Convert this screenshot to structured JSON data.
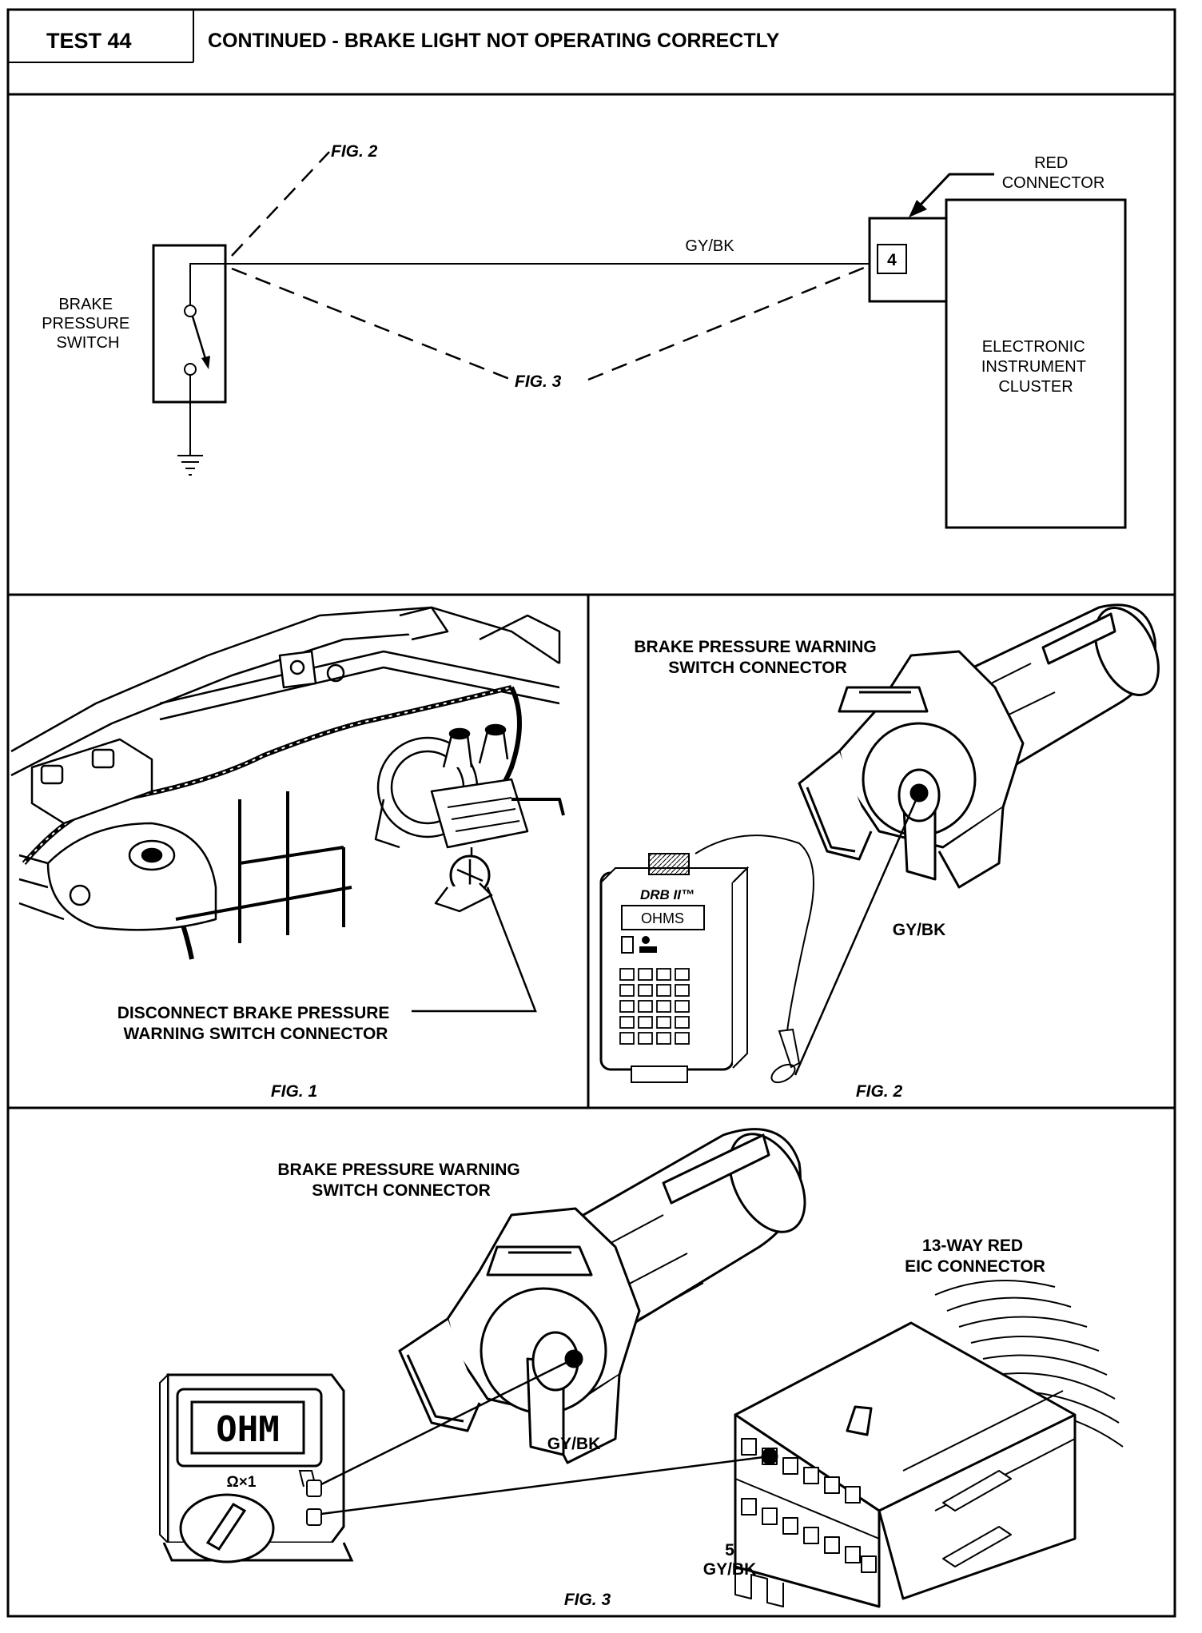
{
  "header": {
    "test_label": "TEST 44",
    "title": "CONTINUED - BRAKE LIGHT NOT OPERATING CORRECTLY"
  },
  "schematic": {
    "fig2_callout": "FIG. 2",
    "fig3_callout": "FIG. 3",
    "switch_label": [
      "BRAKE",
      "PRESSURE",
      "SWITCH"
    ],
    "wire_label": "GY/BK",
    "connector_label": [
      "RED",
      "CONNECTOR"
    ],
    "pin_number": "4",
    "cluster_label": [
      "ELECTRONIC",
      "INSTRUMENT",
      "CLUSTER"
    ]
  },
  "fig1": {
    "callout": [
      "DISCONNECT BRAKE PRESSURE",
      "WARNING SWITCH CONNECTOR"
    ],
    "caption": "FIG. 1"
  },
  "fig2": {
    "title": [
      "BRAKE PRESSURE WARNING",
      "SWITCH CONNECTOR"
    ],
    "tester_brand": "DRB II™",
    "tester_display": "OHMS",
    "wire_label": "GY/BK",
    "caption": "FIG. 2"
  },
  "fig3": {
    "title": [
      "BRAKE PRESSURE WARNING",
      "SWITCH CONNECTOR"
    ],
    "eic_label": [
      "13-WAY RED",
      "EIC CONNECTOR"
    ],
    "meter_display": "OHM",
    "meter_range": "Ω×1",
    "wire_label_switch": "GY/BK",
    "pin_number": "5",
    "wire_label_pin": "GY/BK",
    "caption": "FIG. 3"
  }
}
